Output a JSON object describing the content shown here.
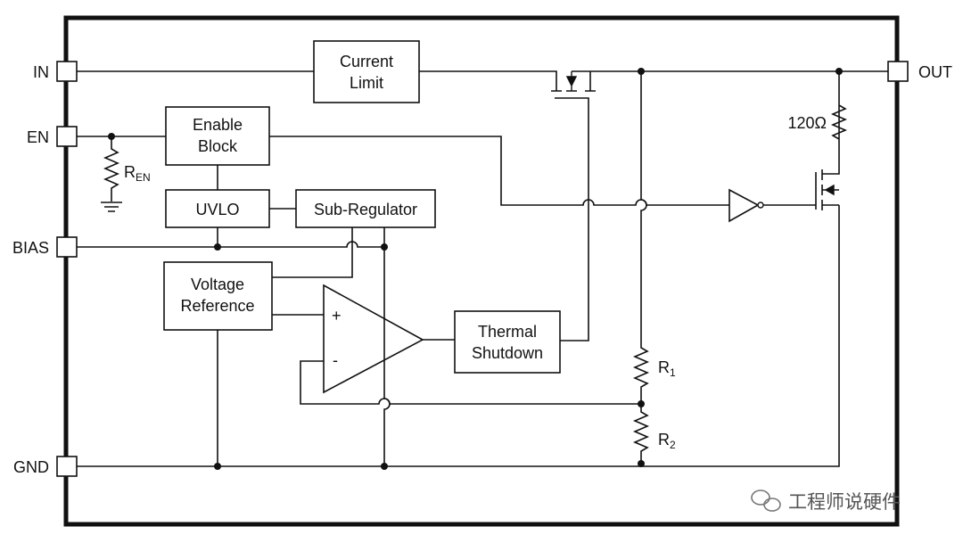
{
  "pins": {
    "in": "IN",
    "en": "EN",
    "bias": "BIAS",
    "gnd": "GND",
    "out": "OUT"
  },
  "blocks": {
    "current_limit": [
      "Current",
      "Limit"
    ],
    "enable_block": [
      "Enable",
      "Block"
    ],
    "uvlo": "UVLO",
    "sub_regulator": "Sub-Regulator",
    "voltage_reference": [
      "Voltage",
      "Reference"
    ],
    "thermal_shutdown": [
      "Thermal",
      "Shutdown"
    ]
  },
  "components": {
    "r_en": {
      "main": "R",
      "sub": "EN"
    },
    "r1": {
      "main": "R",
      "sub": "1"
    },
    "r2": {
      "main": "R",
      "sub": "2"
    },
    "r_pulldown": "120Ω",
    "opamp_plus": "+",
    "opamp_minus": "-"
  },
  "watermark": "工程师说硬件"
}
